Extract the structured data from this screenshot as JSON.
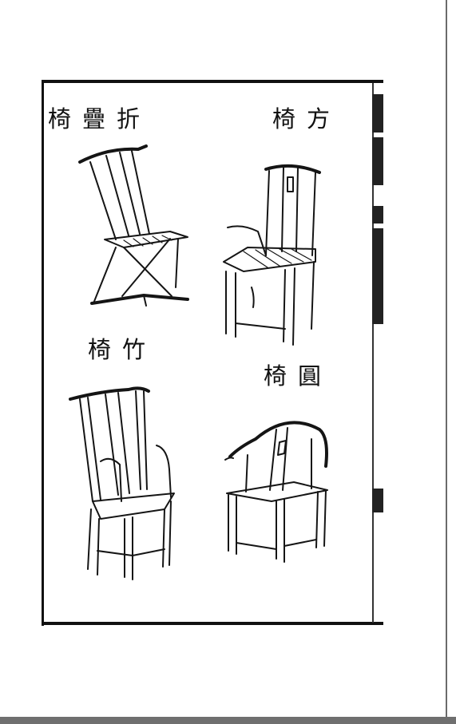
{
  "page": {
    "captions": {
      "folding_chair": "折疊椅",
      "square_chair": "方椅",
      "bamboo_chair": "竹椅",
      "round_chair": "圓椅"
    }
  },
  "illustrations": [
    {
      "id": "folding-chair",
      "caption_key": "folding_chair"
    },
    {
      "id": "square-chair",
      "caption_key": "square_chair"
    },
    {
      "id": "bamboo-chair",
      "caption_key": "bamboo_chair"
    },
    {
      "id": "round-chair",
      "caption_key": "round_chair"
    }
  ],
  "colors": {
    "ink": "#111111",
    "paper": "#ffffff",
    "viewer_chrome": "#6f6f6f"
  }
}
